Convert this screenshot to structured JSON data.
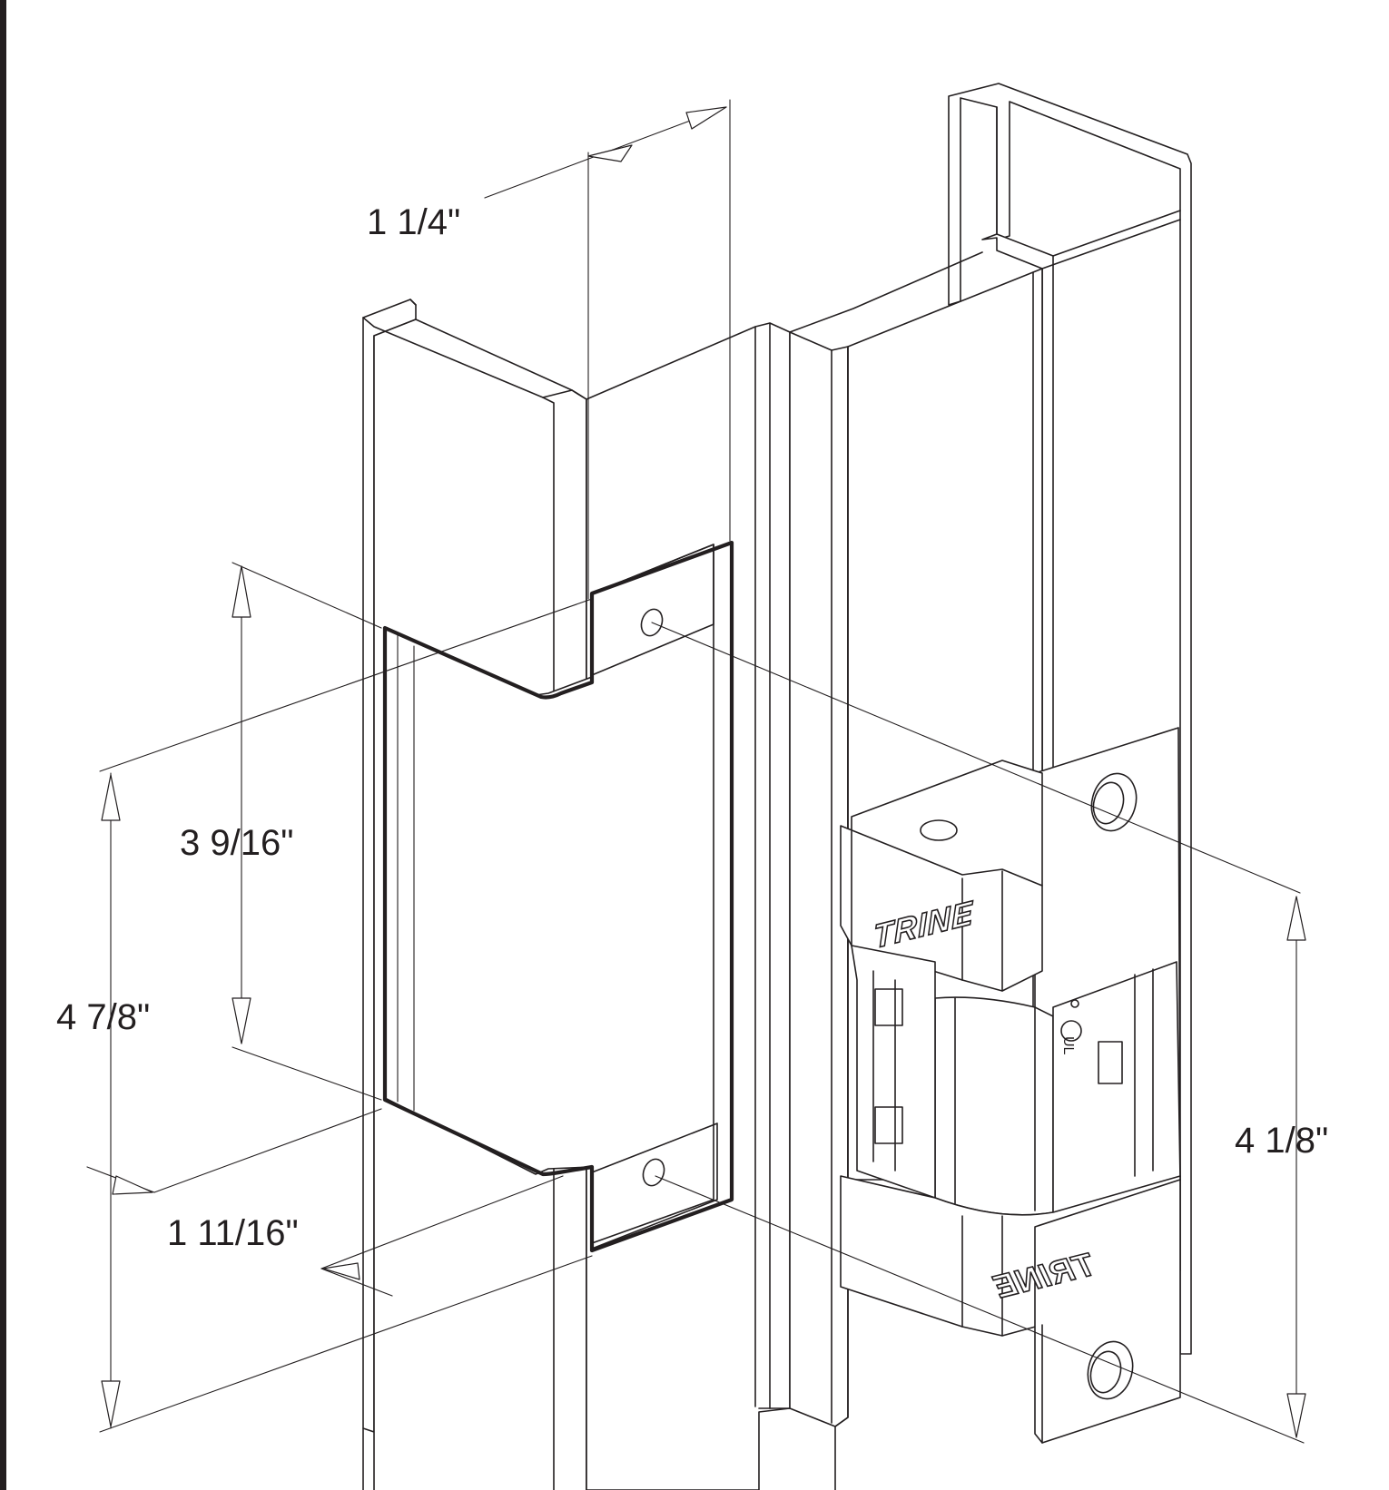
{
  "dimensions": {
    "top_depth": "1 1/4\"",
    "faceplate_height": "3 9/16\"",
    "overall_height": "4 7/8\"",
    "bottom_width": "1 11/16\"",
    "strike_height": "4 1/8\""
  },
  "strike": {
    "brand_top": "TRINE",
    "brand_bottom": "TRINE",
    "ul_mark": "UL"
  },
  "colors": {
    "line": "#231f20",
    "background": "#ffffff",
    "border": "#231f20"
  }
}
